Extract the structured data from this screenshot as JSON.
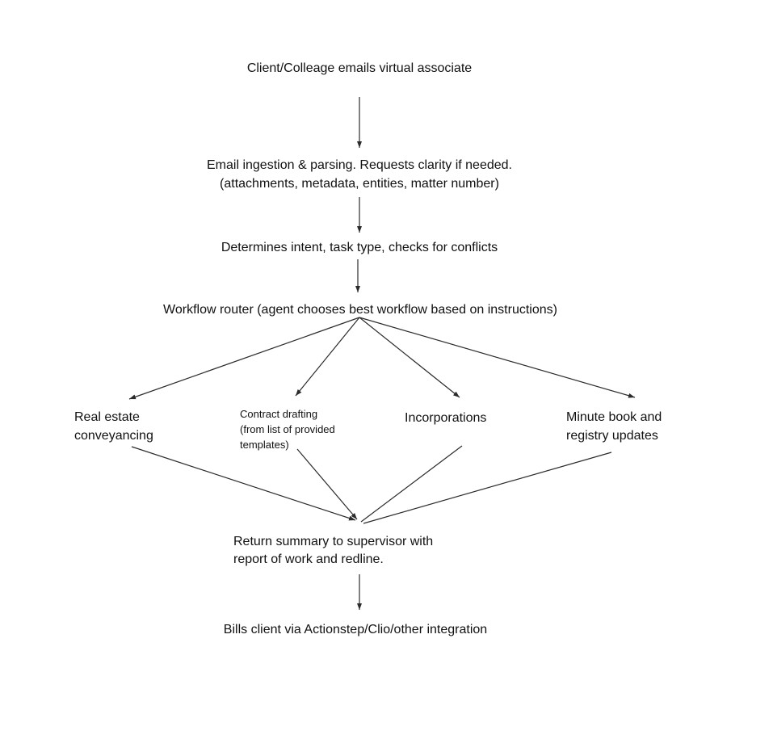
{
  "flowchart": {
    "colors": {
      "background": "#ffffff",
      "text": "#111111",
      "line": "#2b2b2b"
    },
    "nodes": {
      "client_email": "Client/Colleage emails virtual associate",
      "email_ingestion": "Email ingestion & parsing. Requests clarity if needed.\n(attachments, metadata, entities, matter number)",
      "determine_intent": "Determines intent, task type, checks for conflicts",
      "workflow_router": "Workflow router (agent chooses best workflow based on instructions)",
      "real_estate": "Real estate\nconveyancing",
      "contract_drafting": "Contract drafting\n(from list of provided\ntemplates)",
      "incorporations": "Incorporations",
      "minute_book": "Minute book and\nregistry updates",
      "return_summary": "Return summary to supervisor with\nreport of work and redline.",
      "bills_client": "Bills client via Actionstep/Clio/other integration"
    }
  }
}
